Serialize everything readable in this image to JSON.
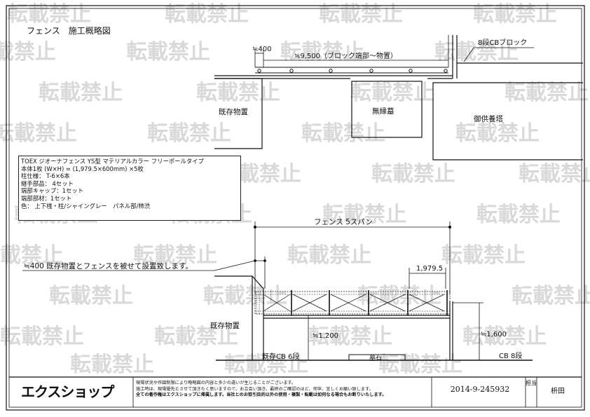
{
  "title": "フェンス　施工概略図",
  "watermark": "転載禁止",
  "plan": {
    "dim_400": "≒400",
    "dim_9500": "≒9,500（ブロック端部～物置）",
    "block_label": "8段CBブロック",
    "storage_label": "既存物置",
    "grave_label": "無縁墓",
    "tower_label": "御供養塔"
  },
  "spec": {
    "lines": [
      "TOEX ジオーナフェンス YS型 マテリアルカラー フリーポールタイプ",
      "本体1枚 (W×H) = (1,979.5×600mm) ×5枚",
      "柱仕様： T-6×6本",
      "継手部品： 4セット",
      "端部キャップ：1セット",
      "端部部材：1セット",
      "色： 上下桟・柱/シャイングレー　パネル部/柿渋"
    ]
  },
  "elevation": {
    "span_label": "フェンス 5スパン",
    "overlap_note": "≒400 既存物置とフェンスを被せて設置致します。",
    "dim_1979": "1,979.5",
    "storage_label": "既存物置",
    "dim_1200": "≒1,200",
    "dim_1600": "≒1,600",
    "existing_cb": "既存CB 6段",
    "gravestone": "墓石",
    "cb_8": "CB 8段"
  },
  "footer": {
    "logo": "エクスショップ",
    "note_1": "現場状況や作図制限により略略図の内容と多少の違いが生じることがございます。",
    "note_2": "施工時は、現場優先とさせて頂きたく思いますので、お立会い頂き、最終のご確認のほど、何卒、宜しくお願い致します。",
    "note_3": "全ての著作権はエクスショップに帰属します。当社とのお取引目的以外の使用・複製・転載は如何なる場合もお断りいたします。",
    "drawing_no": "2014-9-245932",
    "charge_label": "担当",
    "person": "枡田"
  }
}
